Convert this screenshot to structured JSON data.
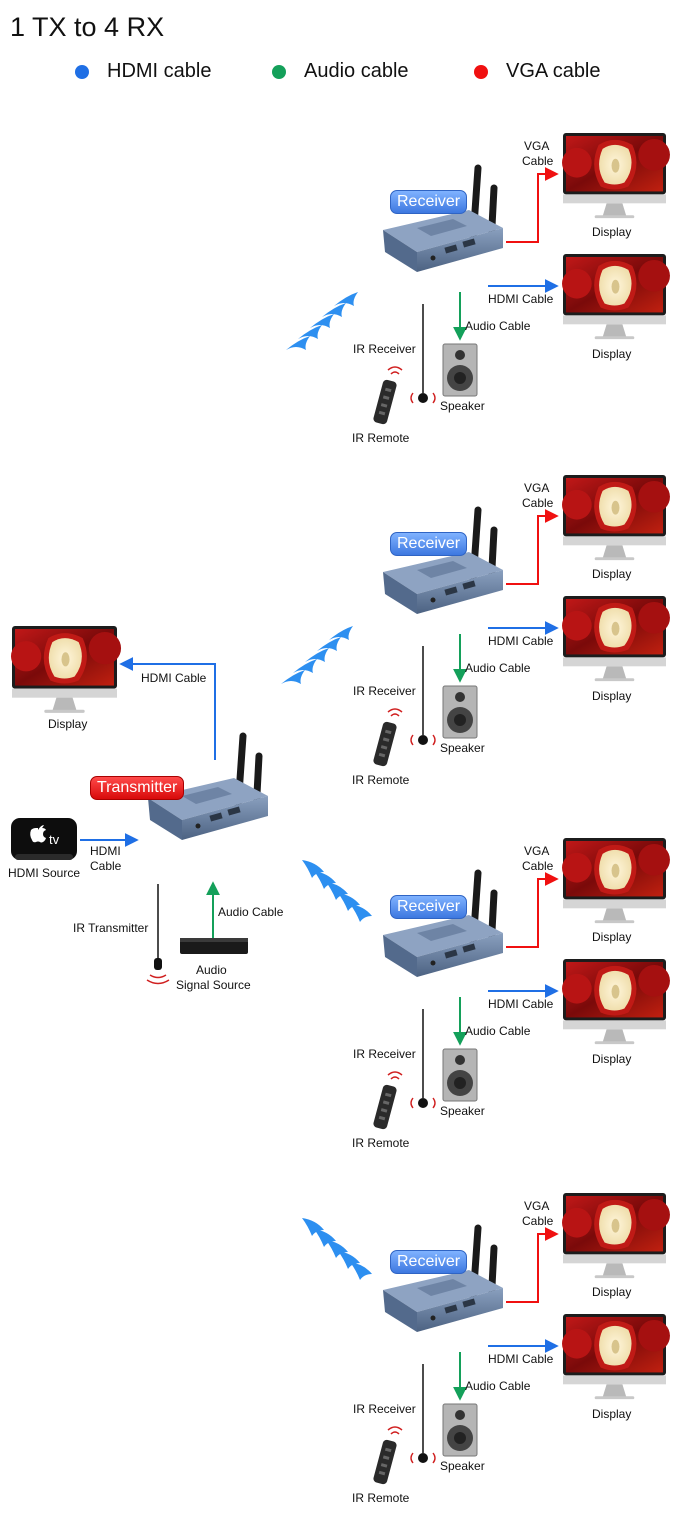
{
  "title": "1 TX to 4 RX",
  "legend": [
    {
      "label": "HDMI cable",
      "color": "#1f6fe5"
    },
    {
      "label": "Audio cable",
      "color": "#14a05a"
    },
    {
      "label": "VGA cable",
      "color": "#f01010"
    }
  ],
  "colors": {
    "hdmi": "#1f6fe5",
    "audio": "#14a05a",
    "vga": "#f01010",
    "device": "#5f7596",
    "badge_rx": "#4b86ec",
    "badge_tx": "#e81414"
  },
  "transmitter": {
    "badge": "Transmitter",
    "display_label": "Display",
    "hdmi_cable_label": "HDMI Cable",
    "source_label": "HDMI Source",
    "source_cable_label_1": "HDMI",
    "source_cable_label_2": "Cable",
    "ir_label": "IR Transmitter",
    "audio_cable_label": "Audio Cable",
    "audio_source_label_1": "Audio",
    "audio_source_label_2": "Signal Source",
    "appletv_logo": "tv"
  },
  "receivers": [
    {
      "badge": "Receiver",
      "vga_label_1": "VGA",
      "vga_label_2": "Cable",
      "display_label_vga": "Display",
      "hdmi_cable_label": "HDMI Cable",
      "display_label_hdmi": "Display",
      "audio_cable_label": "Audio Cable",
      "ir_receiver_label": "IR Receiver",
      "speaker_label": "Speaker",
      "ir_remote_label": "IR Remote"
    },
    {
      "badge": "Receiver",
      "vga_label_1": "VGA",
      "vga_label_2": "Cable",
      "display_label_vga": "Display",
      "hdmi_cable_label": "HDMI Cable",
      "display_label_hdmi": "Display",
      "audio_cable_label": "Audio Cable",
      "ir_receiver_label": "IR Receiver",
      "speaker_label": "Speaker",
      "ir_remote_label": "IR Remote"
    },
    {
      "badge": "Receiver",
      "vga_label_1": "VGA",
      "vga_label_2": "Cable",
      "display_label_vga": "Display",
      "hdmi_cable_label": "HDMI Cable",
      "display_label_hdmi": "Display",
      "audio_cable_label": "Audio Cable",
      "ir_receiver_label": "IR Receiver",
      "speaker_label": "Speaker",
      "ir_remote_label": "IR Remote"
    },
    {
      "badge": "Receiver",
      "vga_label_1": "VGA",
      "vga_label_2": "Cable",
      "display_label_vga": "Display",
      "hdmi_cable_label": "HDMI Cable",
      "display_label_hdmi": "Display",
      "audio_cable_label": "Audio Cable",
      "ir_receiver_label": "IR Receiver",
      "speaker_label": "Speaker",
      "ir_remote_label": "IR Remote"
    }
  ]
}
